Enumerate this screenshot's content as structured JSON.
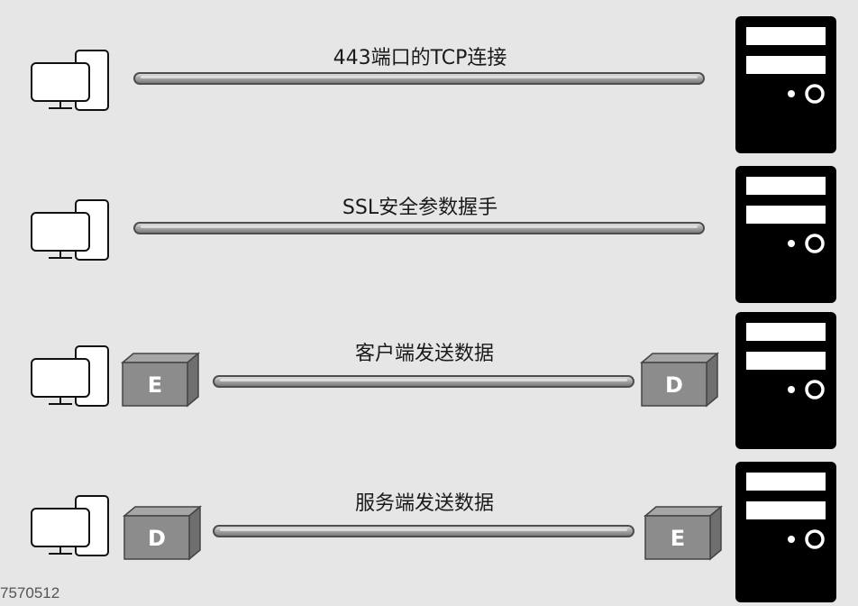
{
  "rows": [
    {
      "label": "443端口的TCP连接"
    },
    {
      "label": "SSL安全参数握手"
    },
    {
      "label": "客户端发送数据",
      "left_box": "E",
      "right_box": "D"
    },
    {
      "label": "服务端发送数据",
      "left_box": "D",
      "right_box": "E"
    }
  ],
  "watermark": "7570512"
}
